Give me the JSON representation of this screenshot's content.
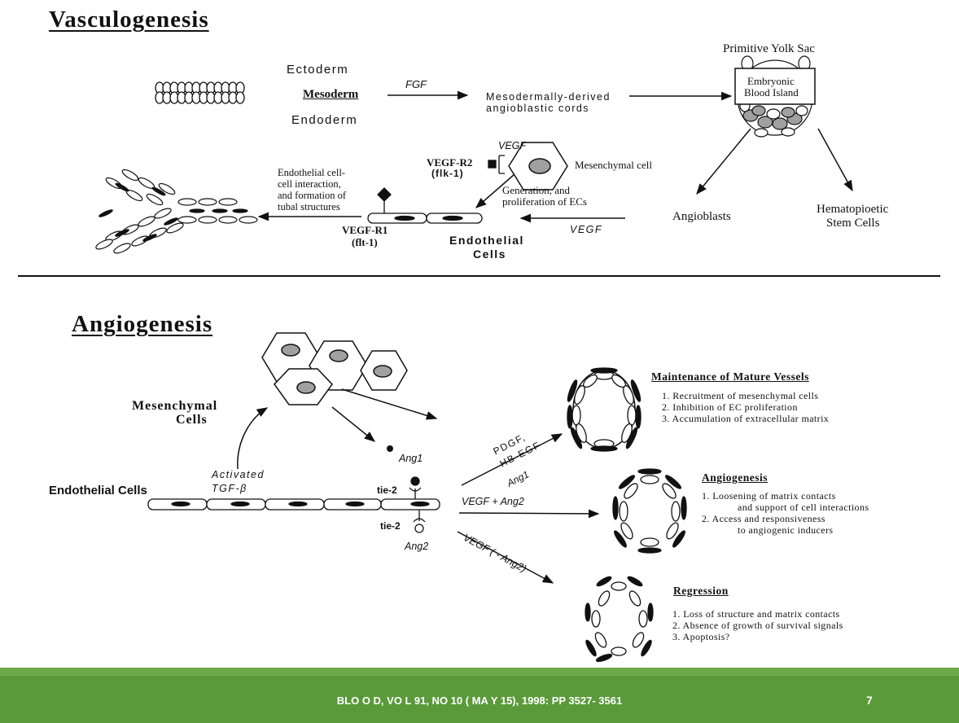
{
  "vasculogenesis": {
    "title": "Vasculogenesis",
    "germ_layers": {
      "ectoderm": "Ectoderm",
      "mesoderm": "Mesoderm",
      "endoderm": "Endoderm"
    },
    "fgf": "FGF",
    "cords": [
      "Mesodermally-derived",
      "angioblastic cords"
    ],
    "yolk_sac": "Primitive Yolk Sac",
    "blood_island": [
      "Embryonic",
      "Blood Island"
    ],
    "angioblasts": "Angioblasts",
    "hsc": [
      "Hematopioetic",
      "Stem Cells"
    ],
    "vegf_upper": "VEGF",
    "vegf_r2": [
      "VEGF-R2",
      "(flk-1)"
    ],
    "mesenchymal_cell": "Mesenchymal cell",
    "generation": [
      "Generation, and",
      "proliferation of ECs"
    ],
    "vegf_lower": "VEGF",
    "vegf_r1": [
      "VEGF-R1",
      "(flt-1)"
    ],
    "endothelial_cells": [
      "Endothelial",
      "Cells"
    ],
    "interaction": [
      "Endothelial cell-",
      "cell interaction,",
      "and formation of",
      "tubal structures"
    ]
  },
  "angiogenesis": {
    "title": "Angiogenesis",
    "mesenchymal": [
      "Mesenchymal",
      "Cells"
    ],
    "endothelial": "Endothelial Cells",
    "activated": [
      "Activated",
      "TGF-β"
    ],
    "ang1": "Ang1",
    "tie2_upper": "tie-2",
    "tie2_lower": "tie-2",
    "ang2": "Ang2",
    "pdgf": [
      "PDGF,",
      "HB-EGF"
    ],
    "ang1_arrow": "Ang1",
    "vegf_ang2": "VEGF + Ang2",
    "vegf_minus": "VEGF ( - Ang2)",
    "maintenance": {
      "heading": "Maintenance of Mature Vessels",
      "items": [
        "1.  Recruitment of mesenchymal cells",
        "2.  Inhibition of EC proliferation",
        "3.  Accumulation of extracellular matrix"
      ]
    },
    "angio": {
      "heading": "Angiogenesis",
      "items": [
        "1.  Loosening of matrix contacts",
        "and support of cell interactions",
        "2.  Access and responsiveness",
        "to angiogenic inducers"
      ]
    },
    "regression": {
      "heading": "Regression",
      "items": [
        "1.  Loss of structure and matrix contacts",
        "2.  Absence of growth of survival signals",
        "3.  Apoptosis?"
      ]
    }
  },
  "footer": {
    "citation": "BLO O D, VO L 91, NO 10 ( MA Y 15), 1998: PP 3527- 3561",
    "page": "7"
  },
  "colors": {
    "footer": "#5a9a3a",
    "nucleus_gray": "#a0a0a0",
    "line": "#111111"
  }
}
